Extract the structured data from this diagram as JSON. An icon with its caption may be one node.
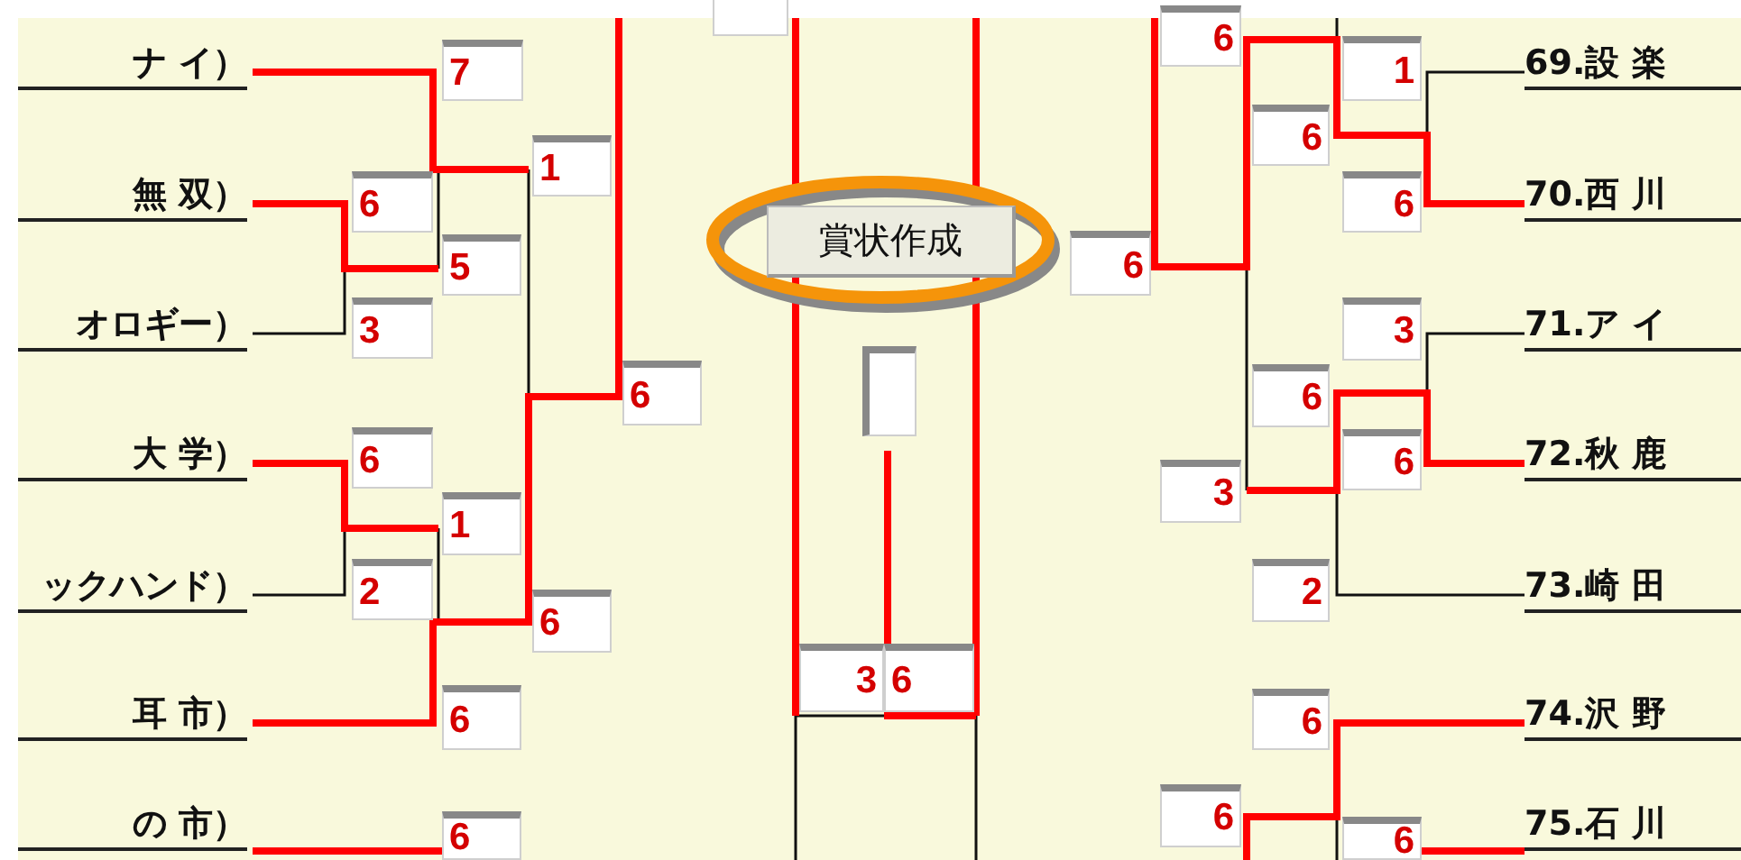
{
  "diagram": {
    "nodes": [
      {
        "text": [],
        "shape": "box"
      },
      {
        "text": [
          "7"
        ]
      },
      {
        "text": [
          "1"
        ]
      },
      {
        "text": [
          "6"
        ]
      },
      {
        "text": [
          "5"
        ]
      },
      {
        "text": [
          "3"
        ]
      },
      {
        "text": [
          "6"
        ]
      },
      {
        "text": [
          "6"
        ]
      },
      {
        "text": [
          "1"
        ]
      },
      {
        "text": [
          "2"
        ]
      },
      {
        "text": [
          "6"
        ]
      },
      {
        "text": [
          "6"
        ]
      },
      {
        "text": [
          "6"
        ]
      },
      {
        "text": [
          "賞状作成"
        ]
      },
      {
        "text": [],
        "shape": "box"
      },
      {
        "text": [
          "3"
        ]
      },
      {
        "text": [
          "6"
        ]
      },
      {
        "text": [
          "6"
        ]
      },
      {
        "text": [
          "1"
        ]
      },
      {
        "text": [
          "6"
        ]
      },
      {
        "text": [
          "6"
        ]
      },
      {
        "text": [
          "6"
        ]
      },
      {
        "text": [
          "3"
        ]
      },
      {
        "text": [
          "6"
        ]
      },
      {
        "text": [
          "6"
        ]
      },
      {
        "text": [
          "3"
        ]
      },
      {
        "text": [
          "2"
        ]
      },
      {
        "text": [
          "6"
        ]
      },
      {
        "text": [
          "6"
        ]
      },
      {
        "text": [
          "6"
        ]
      }
    ],
    "labels": [
      "ナ イ）",
      "無 双）",
      "オロギー）",
      "大 学）",
      "ックハンド）",
      "耳 市）",
      "の 市）",
      "69.設 楽",
      "70.西 川",
      "71.ア イ",
      "72.秋 鹿",
      "73.崎 田",
      "74.沢 野",
      "75.石 川"
    ]
  }
}
